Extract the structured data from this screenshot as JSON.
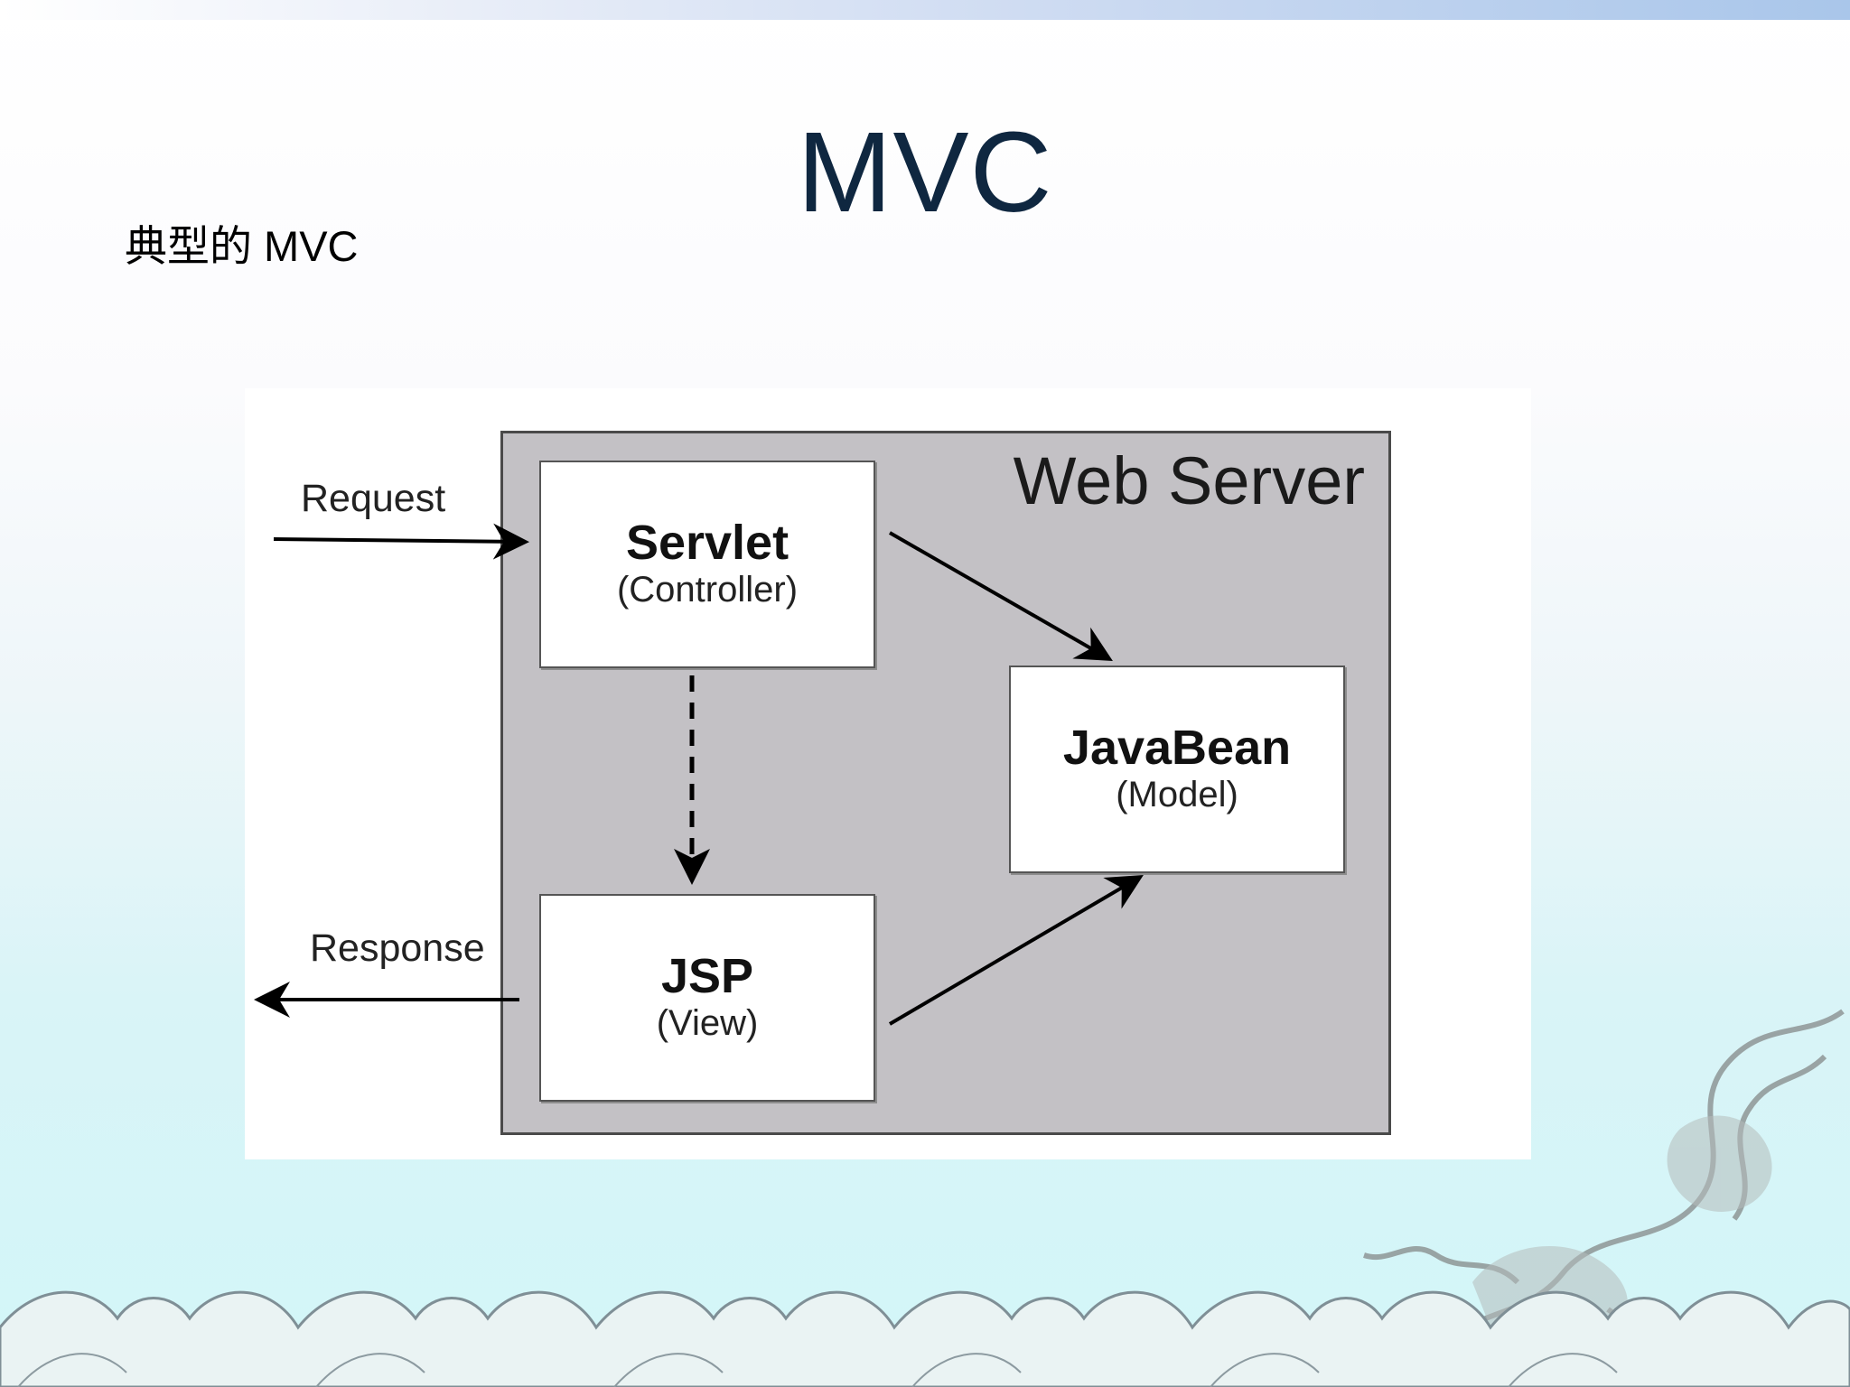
{
  "slide": {
    "title": "MVC",
    "subtitle": "典型的 MVC"
  },
  "diagram": {
    "server_label": "Web Server",
    "components": {
      "controller": {
        "name": "Servlet",
        "role": "(Controller)"
      },
      "model": {
        "name": "JavaBean",
        "role": "(Model)"
      },
      "view": {
        "name": "JSP",
        "role": "(View)"
      }
    },
    "flows": {
      "request": "Request",
      "response": "Response"
    }
  },
  "colors": {
    "title": "#0f2740",
    "server_fill": "#c3c1c5",
    "box_fill": "#ffffff",
    "arrow": "#000000"
  }
}
